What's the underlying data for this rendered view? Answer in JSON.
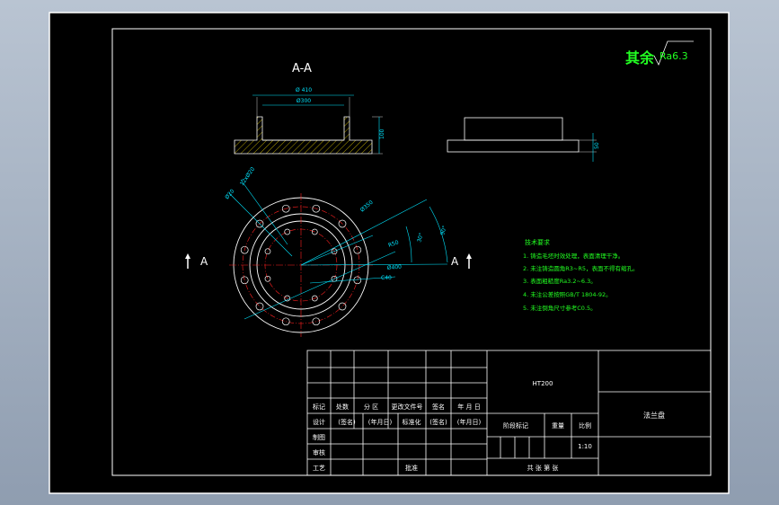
{
  "section_label": "A-A",
  "roughness": {
    "prefix": "其余",
    "value": "Ra6.3"
  },
  "dims": {
    "outer_dia": "Ø 410",
    "inner_dia": "Ø300",
    "height": "100",
    "side_height": "50",
    "bolt_hole_dia": "Ø20",
    "hole_spec": "12xØ20",
    "pcd": "Ø350",
    "angle_a": "30°",
    "angle_b": "90°",
    "radius": "R50",
    "chamfer": "C40",
    "arc_dia": "Ø400"
  },
  "view_marks": {
    "left": "A",
    "right": "A"
  },
  "tech_requirements": {
    "title": "技术要求",
    "items": [
      "1. 铸造毛坯时效处理，表面清理干净。",
      "2. 未注铸造圆角R3~R5，表面不得有缩孔。",
      "3. 表面粗糙度Ra3.2~6.3。",
      "4. 未注公差按照GB/T 1804-92。",
      "5. 未注倒角尺寸参考C0.5。"
    ]
  },
  "title_block": {
    "material": "HT200",
    "part_name": "法兰盘",
    "header_row": [
      "标记",
      "处数",
      "分 区",
      "更改文件号",
      "签名",
      "年 月 日"
    ],
    "design_row": [
      "设计",
      "(签名)",
      "(年月日)",
      "标准化",
      "(签名)",
      "(年月日)"
    ],
    "row_labels": [
      "制图",
      "审核",
      "工艺"
    ],
    "approve": "批准",
    "stage_label": "阶段标记",
    "weight_label": "重量",
    "scale_label": "比例",
    "scale_value": "1:10",
    "sheets_label": "共  张   第  张"
  }
}
